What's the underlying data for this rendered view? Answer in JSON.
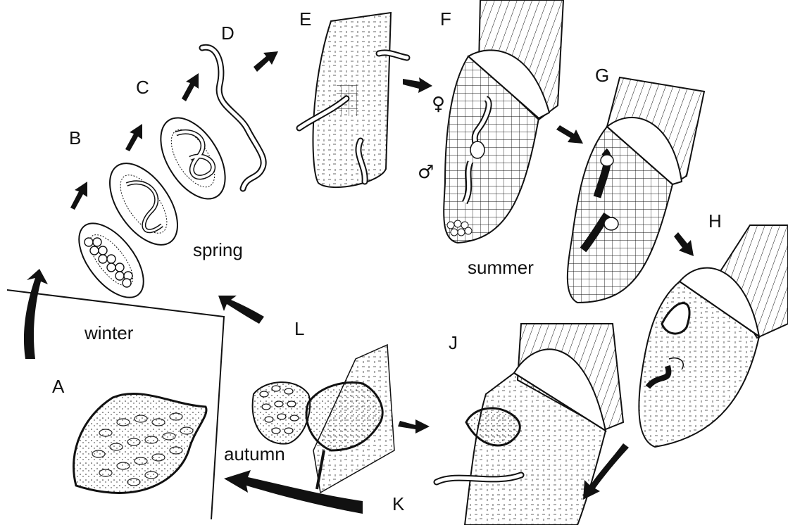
{
  "stages": [
    {
      "id": "A",
      "label": "A"
    },
    {
      "id": "B",
      "label": "B"
    },
    {
      "id": "C",
      "label": "C"
    },
    {
      "id": "D",
      "label": "D"
    },
    {
      "id": "E",
      "label": "E"
    },
    {
      "id": "F",
      "label": "F"
    },
    {
      "id": "G",
      "label": "G"
    },
    {
      "id": "H",
      "label": "H"
    },
    {
      "id": "J",
      "label": "J"
    },
    {
      "id": "K",
      "label": "K"
    },
    {
      "id": "L",
      "label": "L"
    }
  ],
  "seasons": {
    "winter": "winter",
    "spring": "spring",
    "summer": "summer",
    "autumn": "autumn"
  },
  "symbols": {
    "female": "♀",
    "male": "♂"
  },
  "colors": {
    "ink": "#111111",
    "paper": "#ffffff",
    "tissue": "#f4f4f4"
  }
}
